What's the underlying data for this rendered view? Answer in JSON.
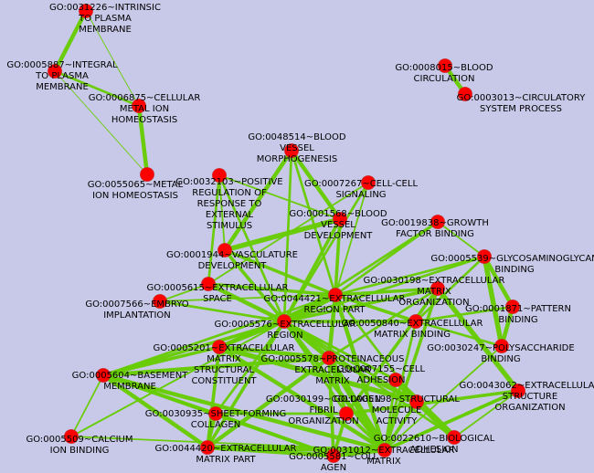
{
  "colors": {
    "background": "#c8c8e8",
    "edge": "#66cc00",
    "node": "#ff0000",
    "node_stroke": "#cc2222",
    "label": "#000000"
  },
  "nodes": [
    {
      "id": "n1",
      "lines": [
        "GO:0031226~INTRINSIC",
        "TO PLASMA",
        "MEMBRANE"
      ]
    },
    {
      "id": "n2",
      "lines": [
        "GO:0005887~INTEGRAL",
        "TO PLASMA",
        "MEMBRANE"
      ]
    },
    {
      "id": "n3",
      "lines": [
        "GO:0006875~CELLULAR",
        "METAL ION",
        "HOMEOSTASIS"
      ]
    },
    {
      "id": "n4",
      "lines": [
        "GO:0055065~METAL",
        "ION HOMEOSTASIS"
      ]
    },
    {
      "id": "n5",
      "lines": [
        "GO:0008015~BLOOD",
        "CIRCULATION"
      ]
    },
    {
      "id": "n6",
      "lines": [
        "GO:0003013~CIRCULATORY",
        "SYSTEM PROCESS"
      ]
    },
    {
      "id": "n7",
      "lines": [
        "GO:0048514~BLOOD",
        "VESSEL",
        "MORPHOGENESIS"
      ]
    },
    {
      "id": "n8",
      "lines": [
        "GO:0032103~POSITIVE",
        "REGULATION OF",
        "RESPONSE TO",
        "EXTERNAL",
        "STIMULUS"
      ]
    },
    {
      "id": "n9",
      "lines": [
        "GO:0007267~CELL-CELL",
        "SIGNALING"
      ]
    },
    {
      "id": "n10",
      "lines": [
        "GO:0001568~BLOOD",
        "VESSEL",
        "DEVELOPMENT"
      ]
    },
    {
      "id": "n11",
      "lines": [
        "GO:0019838~GROWTH",
        "FACTOR BINDING"
      ]
    },
    {
      "id": "n12",
      "lines": [
        "GO:0001944~VASCULATURE",
        "DEVELOPMENT"
      ]
    },
    {
      "id": "n13",
      "lines": [
        "GO:0005539~GLYCOSAMINOGLYCAN",
        "BINDING"
      ]
    },
    {
      "id": "n14",
      "lines": [
        "GO:0005615~EXTRACELLULAR",
        "SPACE"
      ]
    },
    {
      "id": "n15",
      "lines": [
        "GO:0030198~EXTRACELLULAR",
        "MATRIX",
        "ORGANIZATION"
      ]
    },
    {
      "id": "n16",
      "lines": [
        "GO:0044421~EXTRACELLULAR",
        "REGION PART"
      ]
    },
    {
      "id": "n17",
      "lines": [
        "GO:0001871~PATTERN",
        "BINDING"
      ]
    },
    {
      "id": "n18",
      "lines": [
        "GO:0007566~EMBRYO",
        "IMPLANTATION"
      ]
    },
    {
      "id": "n19",
      "lines": [
        "GO:0005576~EXTRACELLULAR",
        "REGION"
      ]
    },
    {
      "id": "n20",
      "lines": [
        "GO:0050840~EXTRACELLULAR",
        "MATRIX BINDING"
      ]
    },
    {
      "id": "n21",
      "lines": [
        "GO:0030247~POLYSACCHARIDE",
        "BINDING"
      ]
    },
    {
      "id": "n22",
      "lines": [
        "GO:0005201~EXTRACELLULAR",
        "MATRIX",
        "STRUCTURAL",
        "CONSTITUENT"
      ]
    },
    {
      "id": "n23",
      "lines": [
        "GO:0005578~PROTEINACEOUS",
        "EXTRACELLULAR",
        "MATRIX"
      ]
    },
    {
      "id": "n24",
      "lines": [
        "GO:0005604~BASEMENT",
        "MEMBRANE"
      ]
    },
    {
      "id": "n25",
      "lines": [
        "GO:0007155~CELL",
        "ADHESION"
      ]
    },
    {
      "id": "n26",
      "lines": [
        "GO:0043062~EXTRACELLULAR",
        "STRUCTURE",
        "ORGANIZATION"
      ]
    },
    {
      "id": "n27",
      "lines": [
        "GO:0005198~STRUCTURAL",
        "MOLECULE",
        "ACTIVITY"
      ]
    },
    {
      "id": "n28",
      "lines": [
        "GO:0030199~COLLAGEN",
        "FIBRIL",
        "ORGANIZATION"
      ]
    },
    {
      "id": "n29",
      "lines": [
        "GO:0030935~SHEET-FORMING",
        "COLLAGEN"
      ]
    },
    {
      "id": "n30",
      "lines": [
        "GO:0022610~BIOLOGICAL",
        "ADHESION"
      ]
    },
    {
      "id": "n31",
      "lines": [
        "GO:0005509~CALCIUM",
        "ION BINDING"
      ]
    },
    {
      "id": "n32",
      "lines": [
        "GO:0044420~EXTRACELLULAR",
        "MATRIX PART"
      ]
    },
    {
      "id": "n33",
      "lines": [
        "GO:0031012~EXTRACELLULAR",
        "MATRIX"
      ]
    },
    {
      "id": "n34",
      "lines": [
        "GO:0005581~COLL",
        "AGEN"
      ]
    }
  ],
  "edges": [
    [
      "n1",
      "n2",
      5
    ],
    [
      "n2",
      "n3",
      3
    ],
    [
      "n1",
      "n3",
      1
    ],
    [
      "n3",
      "n4",
      5
    ],
    [
      "n2",
      "n4",
      1
    ],
    [
      "n5",
      "n6",
      5
    ],
    [
      "n7",
      "n10",
      5
    ],
    [
      "n7",
      "n12",
      5
    ],
    [
      "n7",
      "n19",
      3
    ],
    [
      "n7",
      "n16",
      3
    ],
    [
      "n10",
      "n12",
      6
    ],
    [
      "n10",
      "n19",
      4
    ],
    [
      "n10",
      "n16",
      4
    ],
    [
      "n12",
      "n19",
      4
    ],
    [
      "n12",
      "n16",
      4
    ],
    [
      "n8",
      "n14",
      3
    ],
    [
      "n8",
      "n19",
      3
    ],
    [
      "n8",
      "n12",
      2
    ],
    [
      "n8",
      "n10",
      2
    ],
    [
      "n9",
      "n19",
      3
    ],
    [
      "n9",
      "n14",
      2
    ],
    [
      "n9",
      "n16",
      2
    ],
    [
      "n11",
      "n19",
      3
    ],
    [
      "n11",
      "n16",
      3
    ],
    [
      "n11",
      "n13",
      2
    ],
    [
      "n14",
      "n19",
      5
    ],
    [
      "n14",
      "n16",
      4
    ],
    [
      "n18",
      "n19",
      3
    ],
    [
      "n18",
      "n14",
      2
    ],
    [
      "n18",
      "n16",
      2
    ],
    [
      "n13",
      "n21",
      6
    ],
    [
      "n13",
      "n17",
      5
    ],
    [
      "n13",
      "n19",
      3
    ],
    [
      "n13",
      "n16",
      3
    ],
    [
      "n17",
      "n21",
      5
    ],
    [
      "n15",
      "n26",
      6
    ],
    [
      "n15",
      "n19",
      4
    ],
    [
      "n15",
      "n16",
      4
    ],
    [
      "n15",
      "n23",
      3
    ],
    [
      "n20",
      "n19",
      4
    ],
    [
      "n20",
      "n16",
      4
    ],
    [
      "n20",
      "n33",
      3
    ],
    [
      "n16",
      "n19",
      8
    ],
    [
      "n16",
      "n23",
      5
    ],
    [
      "n16",
      "n33",
      5
    ],
    [
      "n16",
      "n22",
      4
    ],
    [
      "n16",
      "n24",
      3
    ],
    [
      "n16",
      "n27",
      3
    ],
    [
      "n19",
      "n23",
      6
    ],
    [
      "n19",
      "n22",
      5
    ],
    [
      "n19",
      "n24",
      4
    ],
    [
      "n19",
      "n33",
      5
    ],
    [
      "n19",
      "n32",
      4
    ],
    [
      "n19",
      "n27",
      3
    ],
    [
      "n19",
      "n28",
      3
    ],
    [
      "n19",
      "n30",
      3
    ],
    [
      "n19",
      "n25",
      3
    ],
    [
      "n19",
      "n29",
      3
    ],
    [
      "n19",
      "n31",
      2
    ],
    [
      "n23",
      "n33",
      8
    ],
    [
      "n23",
      "n22",
      5
    ],
    [
      "n23",
      "n24",
      5
    ],
    [
      "n23",
      "n32",
      5
    ],
    [
      "n23",
      "n34",
      4
    ],
    [
      "n23",
      "n28",
      4
    ],
    [
      "n23",
      "n27",
      4
    ],
    [
      "n33",
      "n32",
      6
    ],
    [
      "n33",
      "n24",
      5
    ],
    [
      "n33",
      "n22",
      5
    ],
    [
      "n33",
      "n34",
      5
    ],
    [
      "n33",
      "n27",
      4
    ],
    [
      "n33",
      "n28",
      4
    ],
    [
      "n33",
      "n26",
      4
    ],
    [
      "n22",
      "n27",
      6
    ],
    [
      "n22",
      "n24",
      4
    ],
    [
      "n22",
      "n32",
      4
    ],
    [
      "n24",
      "n32",
      5
    ],
    [
      "n24",
      "n34",
      4
    ],
    [
      "n24",
      "n29",
      4
    ],
    [
      "n32",
      "n34",
      5
    ],
    [
      "n32",
      "n29",
      4
    ],
    [
      "n34",
      "n29",
      4
    ],
    [
      "n34",
      "n28",
      4
    ],
    [
      "n28",
      "n26",
      4
    ],
    [
      "n28",
      "n15",
      4
    ],
    [
      "n29",
      "n28",
      3
    ],
    [
      "n25",
      "n30",
      8
    ],
    [
      "n25",
      "n19",
      3
    ],
    [
      "n25",
      "n33",
      3
    ],
    [
      "n27",
      "n30",
      2
    ],
    [
      "n26",
      "n30",
      2
    ],
    [
      "n31",
      "n19",
      2
    ],
    [
      "n31",
      "n33",
      2
    ],
    [
      "n31",
      "n24",
      2
    ],
    [
      "n21",
      "n20",
      3
    ],
    [
      "n17",
      "n20",
      3
    ],
    [
      "n26",
      "n33",
      4
    ],
    [
      "n15",
      "n33",
      4
    ],
    [
      "n21",
      "n33",
      2
    ],
    [
      "n13",
      "n20",
      3
    ]
  ]
}
